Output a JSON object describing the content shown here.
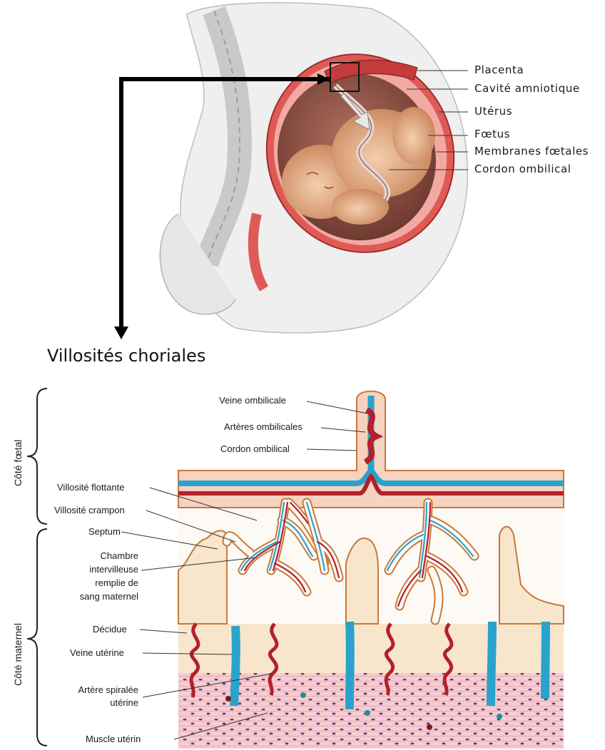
{
  "top_labels": [
    "Placenta",
    "Cavité amniotique",
    "Utérus",
    "Fœtus",
    "Membranes fœtales",
    "Cordon ombilical"
  ],
  "section_title": "Villosités choriales",
  "side_labels": {
    "fetal": "Côté fœtal",
    "maternal": "Côté maternel"
  },
  "bottom_labels": {
    "veine_ombilicale": "Veine ombilicale",
    "arteres_ombilicales": "Artères ombilicales",
    "cordon_ombilical": "Cordon ombilical",
    "villosite_flottante": "Villosité flottante",
    "villosite_crampon": "Villosité crampon",
    "septum": "Septum",
    "chambre": [
      "Chambre",
      "intervilleuse",
      "remplie de",
      "sang maternel"
    ],
    "decidue": "Décidue",
    "veine_uterine": "Veine utérine",
    "artere_spiralee": [
      "Artère spiralée",
      "utérine"
    ],
    "muscle_uterin": "Muscle utérin"
  },
  "colors": {
    "artery": "#b3202a",
    "vein": "#2aa3cc",
    "villus_outline": "#c8783a",
    "placenta_plate": "#f6d2c0",
    "decidua": "#f7e6cc",
    "muscle": "#f4c8cc",
    "uterus_wall": "#e05a55",
    "fetus_skin": "#e9b68f"
  }
}
